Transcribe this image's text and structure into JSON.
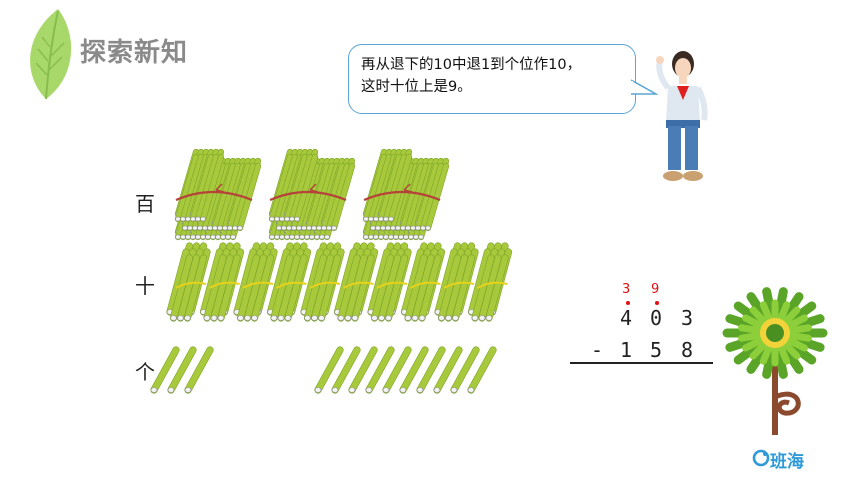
{
  "header": {
    "title": "探索新知"
  },
  "speech": {
    "line1": "再从退下的10中退1到个位作10，",
    "line2": "这时十位上是9。"
  },
  "rows": {
    "hundreds_label": "百",
    "tens_label": "十",
    "ones_label": "个"
  },
  "groups": {
    "hundreds_bundles": 3,
    "tens_bundles": 10,
    "ones_sticks_left": 3,
    "ones_sticks_right": 10
  },
  "calc": {
    "borrow_hundreds": "3",
    "borrow_tens": "9",
    "top": [
      "4",
      "0",
      "3"
    ],
    "operator": "-",
    "bottom": [
      "1",
      "5",
      "8"
    ]
  },
  "brand": {
    "name": "班海"
  },
  "colors": {
    "stick": "#a7c93b",
    "stick_dark": "#7ea52a",
    "tie_red": "#b5433a",
    "tie_yellow": "#e8d21a",
    "bubble_border": "#5aa6d6",
    "brand": "#2e9ad8",
    "borrow": "#e01010"
  }
}
